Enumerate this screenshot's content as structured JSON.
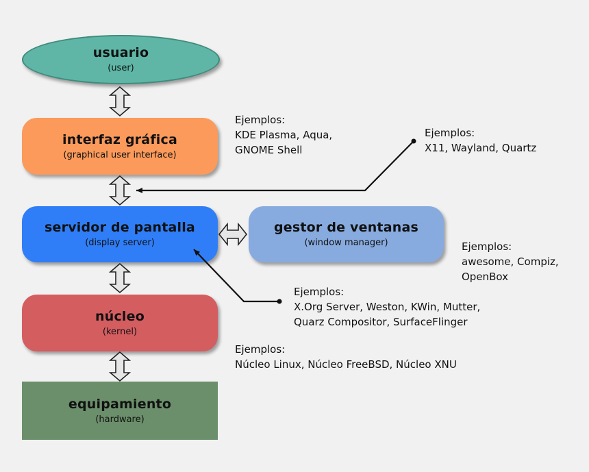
{
  "nodes": {
    "user": {
      "title": "usuario",
      "sub": "(user)",
      "color": "#5fb6a6"
    },
    "gui": {
      "title": "interfaz gráfica",
      "sub": "(graphical user interface)",
      "color": "#fb9a5b"
    },
    "display": {
      "title": "servidor de pantalla",
      "sub": "(display server)",
      "color": "#2f7ef7"
    },
    "wm": {
      "title": "gestor de ventanas",
      "sub": "(window manager)",
      "color": "#88abdf"
    },
    "kernel": {
      "title": "núcleo",
      "sub": "(kernel)",
      "color": "#d45d60"
    },
    "hw": {
      "title": "equipamiento",
      "sub": "(hardware)",
      "color": "#6b8f6b"
    }
  },
  "examples": {
    "gui": {
      "heading": "Ejemplos:",
      "lines": [
        "KDE Plasma, Aqua,",
        "GNOME Shell"
      ]
    },
    "display_protocol": {
      "heading": "Ejemplos:",
      "lines": [
        "X11, Wayland, Quartz"
      ]
    },
    "wm": {
      "heading": "Ejemplos:",
      "lines": [
        "awesome, Compiz,",
        "OpenBox"
      ]
    },
    "display_impl": {
      "heading": "Ejemplos:",
      "lines": [
        "X.Org Server, Weston, KWin, Mutter,",
        "Quarz Compositor, SurfaceFlinger"
      ]
    },
    "kernel": {
      "heading": "Ejemplos:",
      "lines": [
        "Núcleo Linux, Núcleo FreeBSD, Núcleo XNU"
      ]
    }
  }
}
